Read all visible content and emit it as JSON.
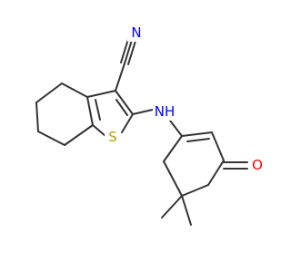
{
  "molecule": {
    "atoms": {
      "n_nitrile": "N",
      "nh": "NH",
      "s": "S",
      "o": "O"
    },
    "colors": {
      "bond": "#333333",
      "nitrogen": "#0000ff",
      "sulfur": "#b8a000",
      "oxygen": "#ff0000"
    }
  }
}
